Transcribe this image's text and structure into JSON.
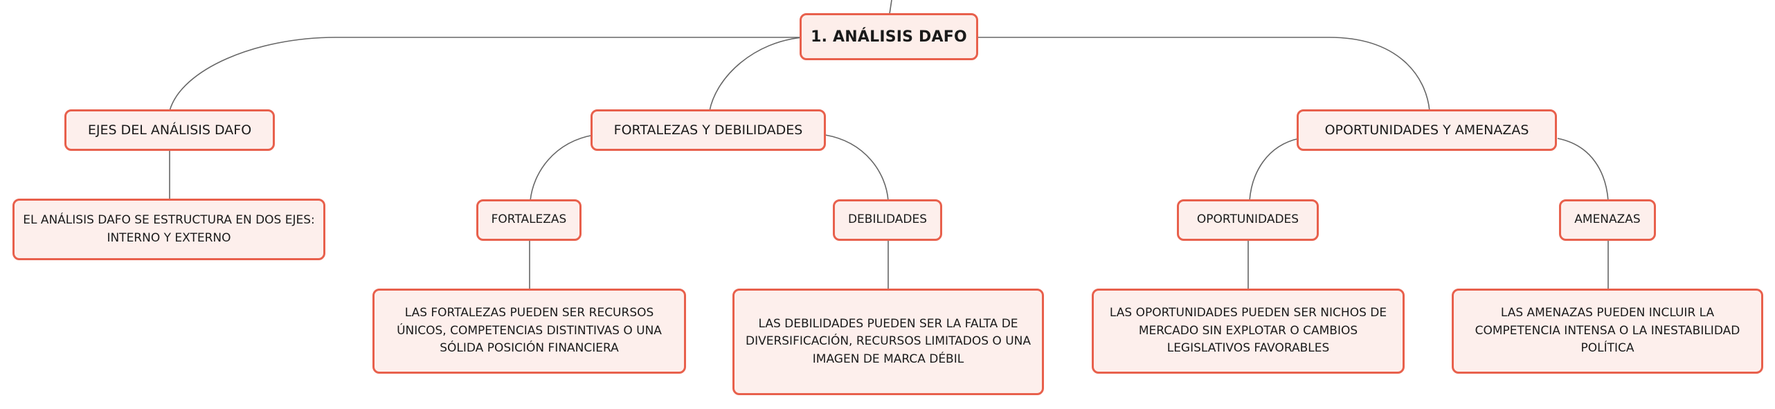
{
  "root": {
    "label": "1. ANÁLISIS DAFO"
  },
  "branches": {
    "ejes": {
      "label": "EJES DEL ANÁLISIS DAFO",
      "detail": "EL ANÁLISIS DAFO SE ESTRUCTURA EN DOS EJES: INTERNO Y EXTERNO"
    },
    "fortalezas_debilidades": {
      "label": "FORTALEZAS Y DEBILIDADES",
      "fortalezas": {
        "label": "FORTALEZAS",
        "detail": "LAS FORTALEZAS PUEDEN SER RECURSOS ÚNICOS, COMPETENCIAS DISTINTIVAS O UNA SÓLIDA POSICIÓN FINANCIERA"
      },
      "debilidades": {
        "label": "DEBILIDADES",
        "detail": "LAS DEBILIDADES PUEDEN SER LA FALTA DE DIVERSIFICACIÓN, RECURSOS LIMITADOS O UNA IMAGEN DE MARCA DÉBIL"
      }
    },
    "oportunidades_amenazas": {
      "label": "OPORTUNIDADES Y AMENAZAS",
      "oportunidades": {
        "label": "OPORTUNIDADES",
        "detail": "LAS OPORTUNIDADES PUEDEN SER NICHOS DE MERCADO SIN EXPLOTAR O CAMBIOS LEGISLATIVOS FAVORABLES"
      },
      "amenazas": {
        "label": "AMENAZAS",
        "detail": "LAS AMENAZAS PUEDEN INCLUIR LA COMPETENCIA INTENSA O LA INESTABILIDAD POLÍTICA"
      }
    }
  },
  "colors": {
    "node_border": "#e8604c",
    "node_fill": "#fdefec",
    "connector": "#666666",
    "text": "#1a1a1a"
  }
}
